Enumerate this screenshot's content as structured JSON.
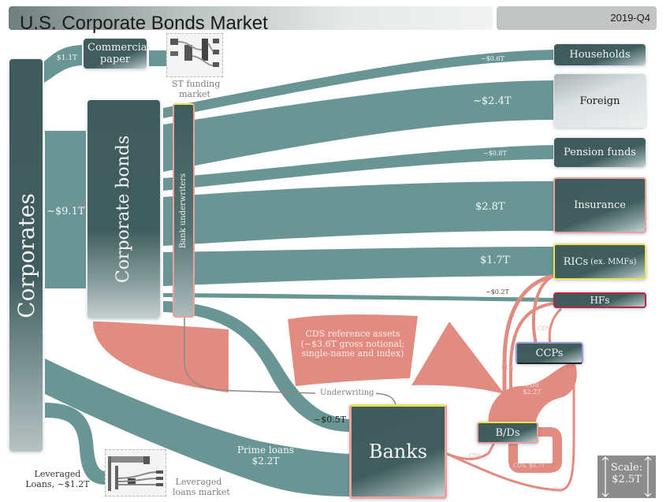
{
  "header": {
    "title": "U.S. Corporate Bonds Market",
    "period": "2019-Q4"
  },
  "colors": {
    "flow_teal": "#6a9595",
    "node_dark": "#3f5b5b",
    "cds_pink": "#e28b80",
    "highlight_yellow": "#e9e54a",
    "highlight_pink": "#e9a39c",
    "highlight_red": "#b5283a",
    "highlight_purple": "#9b9ad6"
  },
  "nodes": {
    "corporates": "Corporates",
    "commercial_paper": "Commercial paper",
    "corporate_bonds": "Corporate bonds",
    "bank_underwriters": "Bank underwriters",
    "households": "Households",
    "foreign": "Foreign",
    "pension_funds": "Pension funds",
    "insurance": "Insurance",
    "rics": "RICs",
    "rics_sub": "(ex. MMFs)",
    "hfs": "HFs",
    "ccps": "CCPs",
    "bds": "B/Ds",
    "banks": "Banks"
  },
  "flows": {
    "commercial_paper": "$1.1T",
    "corporate_bonds": "~$9.1T",
    "households": "~$0.6T",
    "foreign": "~$2.4T",
    "pension_funds": "~$0.8T",
    "insurance": "$2.8T",
    "rics": "$1.7T",
    "hfs": "~$0.2T",
    "banks_bonds": "~$0.5T",
    "prime_loans_label": "Prime loans",
    "prime_loans_value": "$2.2T",
    "leveraged_loans_line1": "Leveraged",
    "leveraged_loans_line2": "Loans, ~$1.2T",
    "underwriting": "Underwriting"
  },
  "cds": {
    "reference_line1": "CDS reference assets",
    "reference_line2": "(~$3.6T gross notional;",
    "reference_line3": "single-name and index)",
    "ccp_flow_line1": "CDS",
    "ccp_flow_line2": "$2.2T",
    "bd_loop": "CDS, $0.7T",
    "cds_tag": "CDS"
  },
  "linked_markets": {
    "st_funding_line1": "ST funding",
    "st_funding_line2": "market",
    "leveraged_line1": "Leveraged",
    "leveraged_line2": "loans market"
  },
  "scale": {
    "line1": "Scale:",
    "line2": "$2.5T"
  }
}
